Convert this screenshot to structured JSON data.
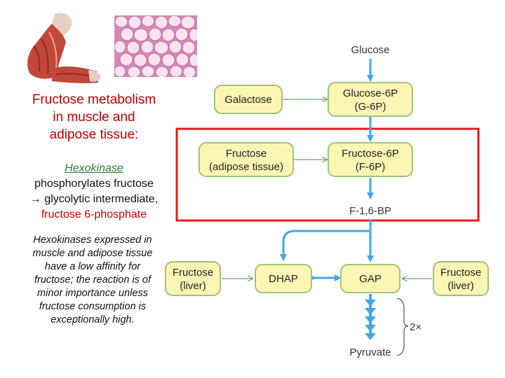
{
  "left": {
    "title_lines": [
      "Fructose metabolism",
      "in muscle and",
      "adipose tissue:"
    ],
    "enzyme": "Hexokinase",
    "text_line1": "phosphorylates fructose",
    "text_line2": "→ glycolytic intermediate,",
    "product": "fructose 6-phosphate",
    "note_lines": [
      "Hexokinases expressed in",
      "muscle and adipose tissue",
      "have a low affinity for",
      "fructose; the reaction is of",
      "minor importance unless",
      "fructose consumption is",
      "exceptionally high."
    ]
  },
  "diagram": {
    "glucose": "Glucose",
    "galactose": "Galactose",
    "g6p": [
      "Glucose-6P",
      "(G-6P)"
    ],
    "fructose_adipose": [
      "Fructose",
      "(adipose tissue)"
    ],
    "f6p": [
      "Fructose-6P",
      "(F-6P)"
    ],
    "f16bp": "F-1,6-BP",
    "fructose_liver_left": [
      "Fructose",
      "(liver)"
    ],
    "dhap": "DHAP",
    "gap": "GAP",
    "fructose_liver_right": [
      "Fructose",
      "(liver)"
    ],
    "multiplier": "2×",
    "pyruvate": "Pyruvate"
  },
  "colors": {
    "box_fill": "#fcf6b4",
    "box_stroke": "#9dc37c",
    "arrow_blue": "#3fa9e6",
    "highlight_red": "#e01c1c",
    "title_red": "#c00000",
    "enzyme_green": "#2e7d32"
  }
}
